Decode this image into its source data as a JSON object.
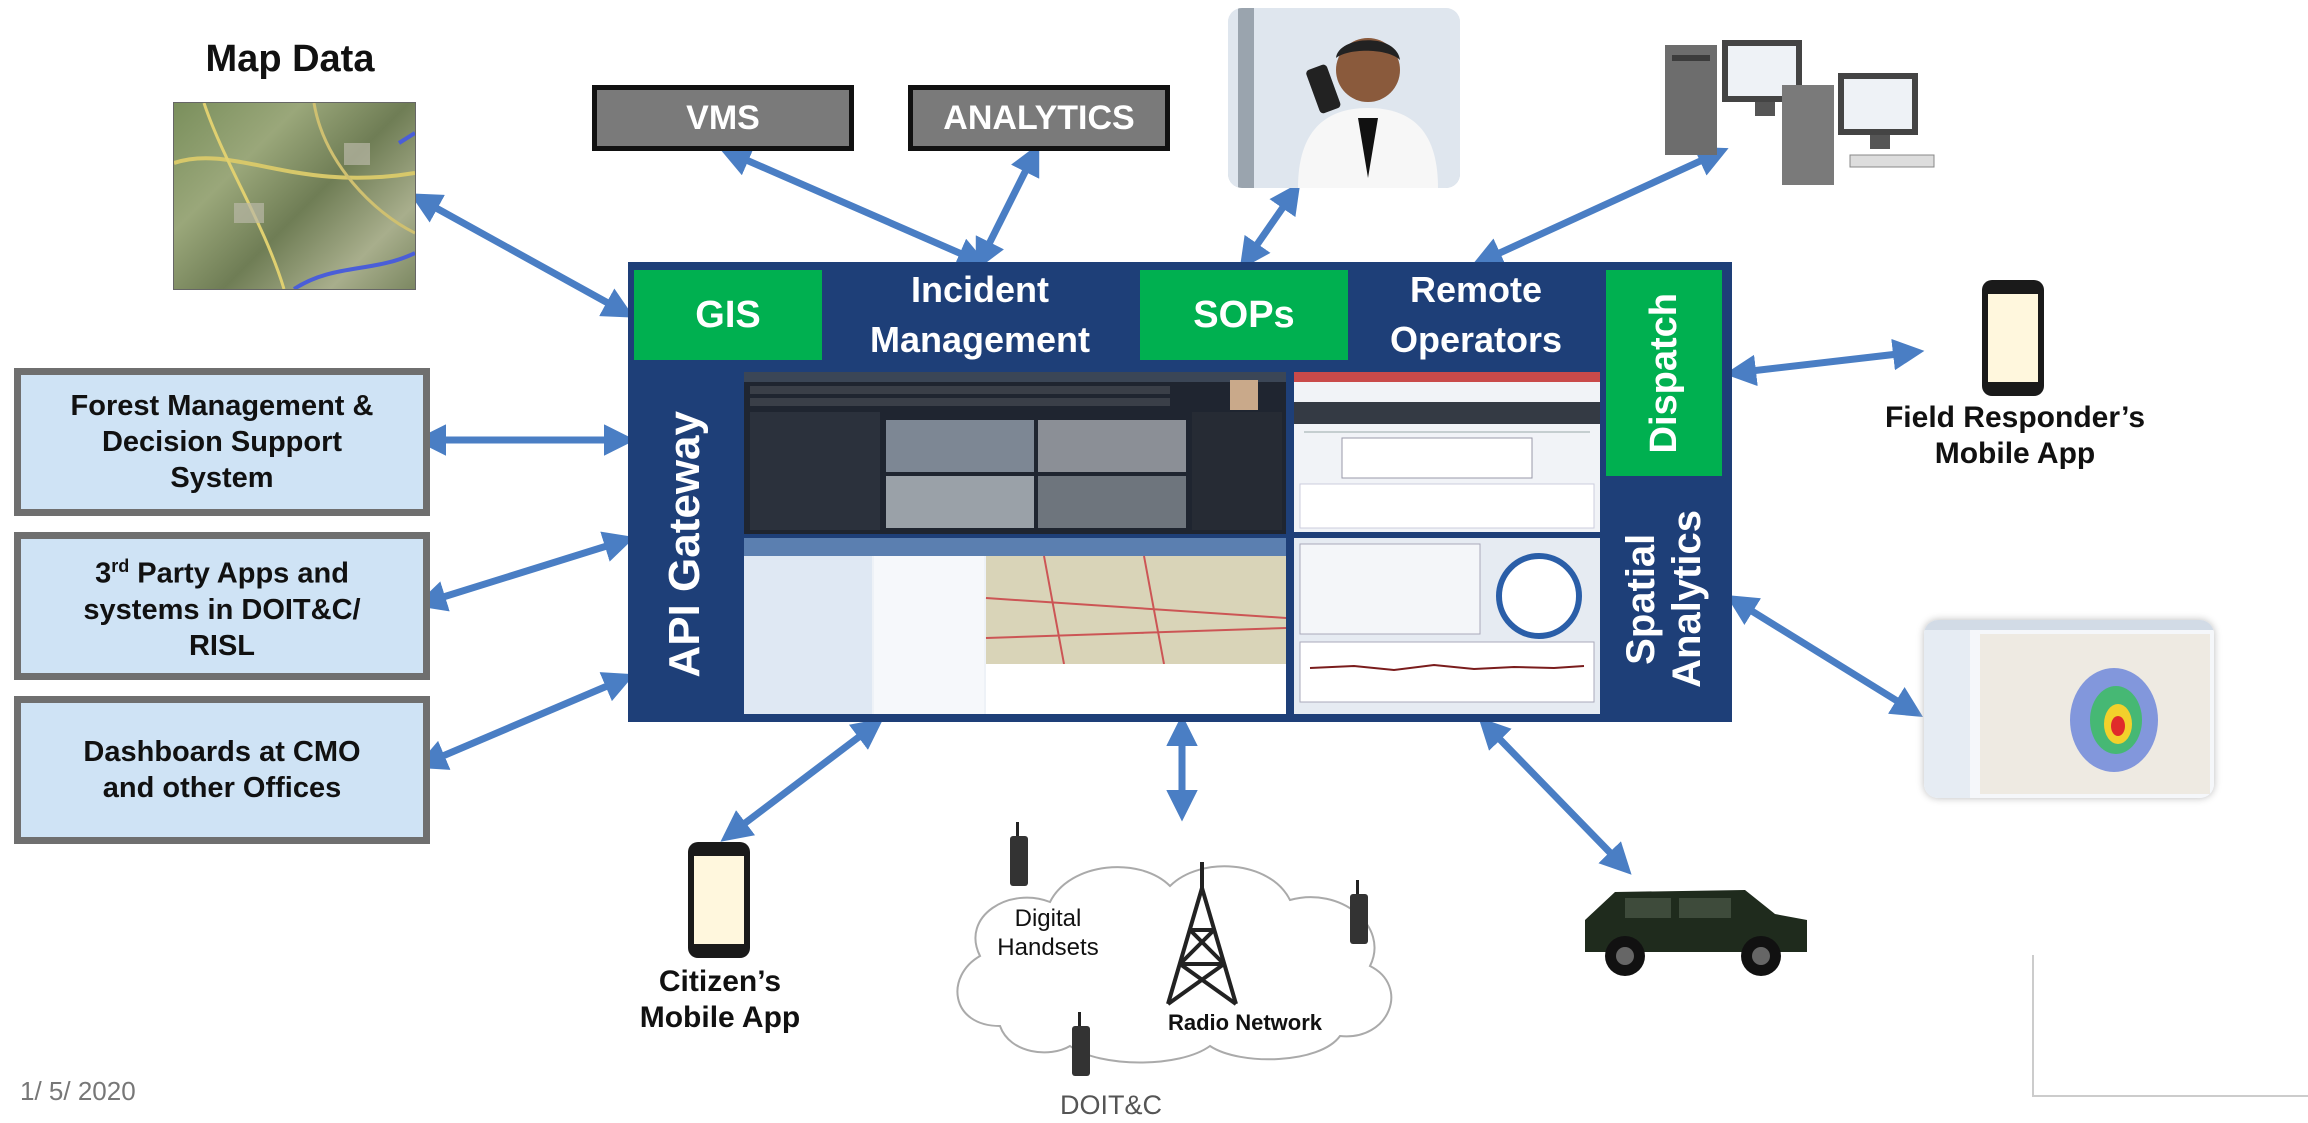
{
  "map_data": {
    "title": "Map Data"
  },
  "top_boxes": {
    "vms": "VMS",
    "analytics": "ANALYTICS"
  },
  "left_boxes": {
    "forest_line1": "Forest Management &",
    "forest_line2": "Decision Support",
    "forest_line3": "System",
    "third_party_line1_num": "3",
    "third_party_line1_sup": "rd",
    "third_party_line1_rest": " Party Apps and",
    "third_party_line2": "systems in DOIT&C/",
    "third_party_line3": "RISL",
    "dashboards_line1": "Dashboards at CMO",
    "dashboards_line2": "and other Offices"
  },
  "central": {
    "gis": "GIS",
    "incident_line1": "Incident",
    "incident_line2": "Management",
    "sops": "SOPs",
    "remote_line1": "Remote",
    "remote_line2": "Operators",
    "dispatch": "Dispatch",
    "api_gateway": "API Gateway",
    "spatial_line1": "Spatial",
    "spatial_line2": "Analytics"
  },
  "right_items": {
    "field_line1": "Field Responder’s",
    "field_line2": "Mobile App"
  },
  "bottom_items": {
    "citizen_line1": "Citizen’s",
    "citizen_line2": "Mobile App",
    "handsets_line1": "Digital",
    "handsets_line2": "Handsets",
    "radio_network": "Radio Network"
  },
  "footer": {
    "org": "DOIT&C",
    "date": "1/ 5/ 2020"
  },
  "icons": [
    "map-image",
    "security-officer-photo",
    "servers-icon",
    "phone-icon",
    "heatmap-screenshot",
    "radio-tower-icon",
    "handset-icon",
    "vehicle-icon"
  ],
  "colors": {
    "green_tile": "#00b050",
    "blue_tile": "#1e3f78",
    "arrow": "#4a7ec4",
    "left_box_fill": "#cfe3f5",
    "gray_box_fill": "#7a7a7a"
  }
}
